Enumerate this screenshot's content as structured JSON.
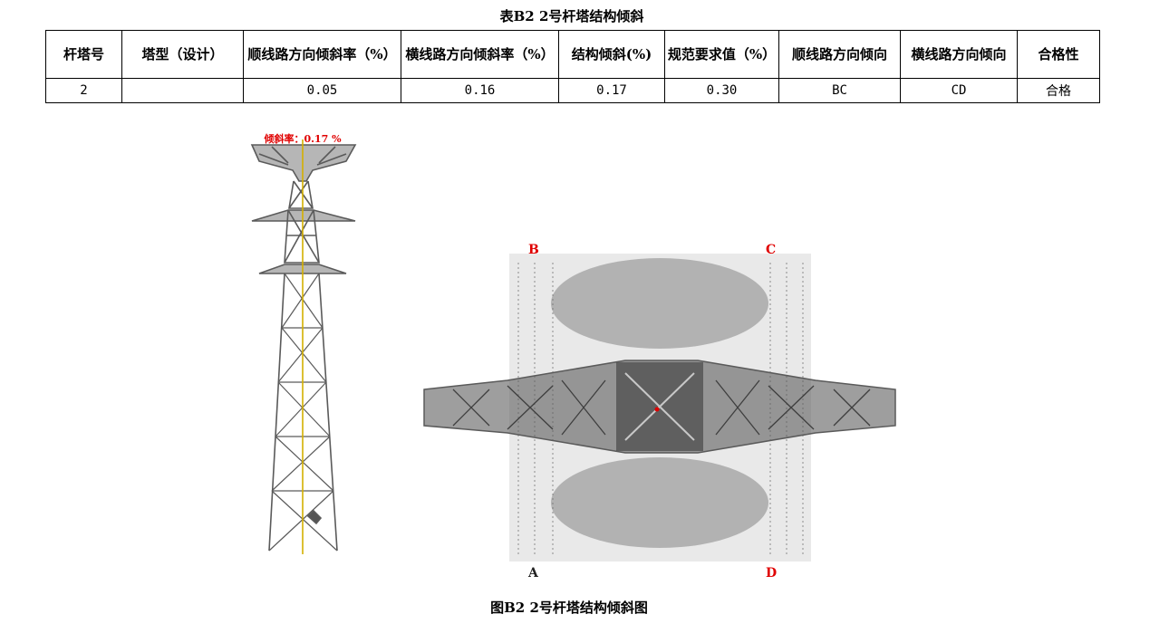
{
  "table_title": "表B2 2号杆塔结构倾斜",
  "table": {
    "headers": [
      "杆塔号",
      "塔型（设计）",
      "顺线路方向倾斜率（%）",
      "横线路方向倾斜率（%）",
      "结构倾斜(%)",
      "规范要求值（%）",
      "顺线路方向倾向",
      "横线路方向倾向",
      "合格性"
    ],
    "rows": [
      [
        "2",
        "",
        "0.05",
        "0.16",
        "0.17",
        "0.30",
        "BC",
        "CD",
        "合格"
      ]
    ]
  },
  "figure": {
    "tilt_label": "倾斜率：0.17 %",
    "corner_labels": {
      "a": "A",
      "b": "B",
      "c": "C",
      "d": "D"
    },
    "label_color": "#e00000",
    "tower_color": "#5a5a5a",
    "axis_color": "#d4b000"
  },
  "figure_caption": "图B2 2号杆塔结构倾斜图"
}
